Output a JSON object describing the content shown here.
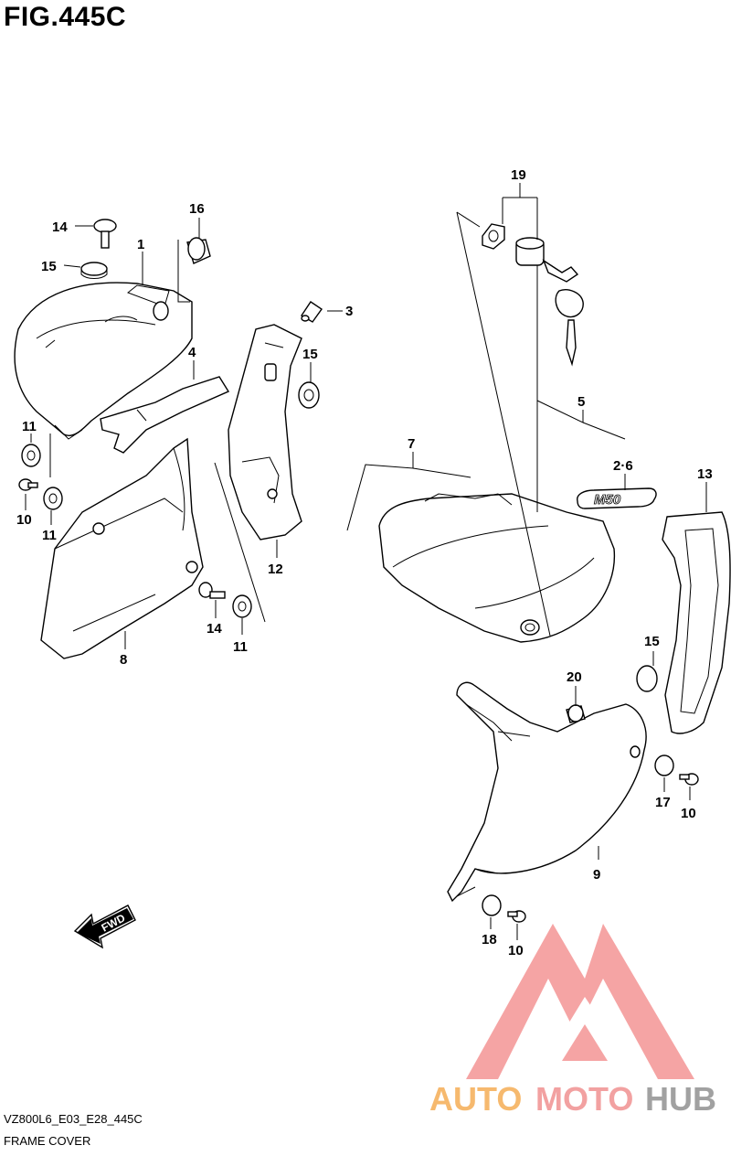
{
  "figure": {
    "title": "FIG.445C",
    "code": "VZ800L6_E03_E28_445C",
    "name": "FRAME COVER"
  },
  "callouts": [
    "1",
    "2·6",
    "3",
    "4",
    "5",
    "7",
    "8",
    "9",
    "10",
    "11",
    "12",
    "13",
    "14",
    "15",
    "16",
    "17",
    "18",
    "19",
    "20"
  ],
  "labels": {
    "c1": "1",
    "c3": "3",
    "c4": "4",
    "c5": "5",
    "c26": "2·6",
    "c7": "7",
    "c8": "8",
    "c9": "9",
    "c10a": "10",
    "c10b": "10",
    "c10c": "10",
    "c11a": "11",
    "c11b": "11",
    "c11c": "11",
    "c12": "12",
    "c13": "13",
    "c14a": "14",
    "c14b": "14",
    "c15a": "15",
    "c15b": "15",
    "c15c": "15",
    "c16": "16",
    "c17": "17",
    "c18": "18",
    "c19": "19",
    "c20": "20"
  },
  "emblem_text": "M50",
  "fwd_arrow_text": "FWD",
  "watermark": {
    "part1": "AUTO",
    "part2": "MOTO",
    "part3": "HUB",
    "color_auto": "#f4a84a",
    "color_moto": "#f08a8a",
    "color_hub": "#8a8a8a"
  }
}
